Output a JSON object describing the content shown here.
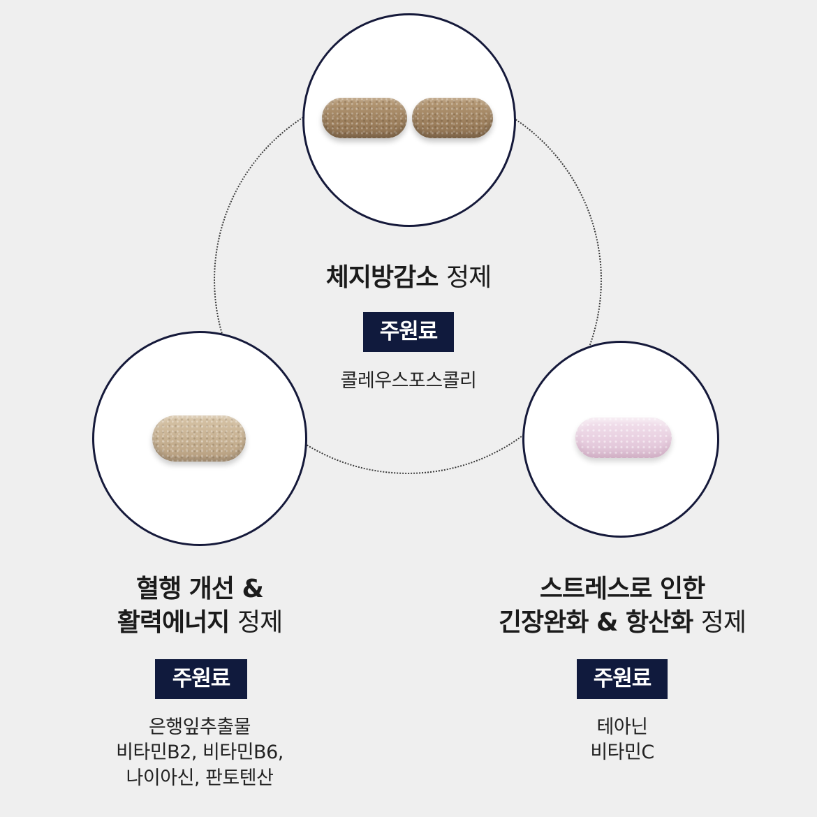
{
  "items": [
    {
      "id": "top",
      "title_bold": "체지방감소",
      "title_normal": "정제",
      "badge": "주원료",
      "ingredients": [
        "콜레우스포스콜리"
      ]
    },
    {
      "id": "left",
      "title_line1": "혈행 개선 &",
      "title_line2_bold": "활력에너지",
      "title_line2_normal": "정제",
      "badge": "주원료",
      "ingredients": [
        "은행잎추출물",
        "비타민B2, 비타민B6,",
        "나이아신, 판토텐산"
      ]
    },
    {
      "id": "right",
      "title_line1": "스트레스로 인한",
      "title_line2_bold": "긴장완화 & 항산화",
      "title_line2_normal": "정제",
      "badge": "주원료",
      "ingredients": [
        "테아닌",
        "비타민C"
      ]
    }
  ],
  "colors": {
    "background": "#efefef",
    "badge": "#101a3d",
    "circle_border": "#15193a",
    "tablet_tan": "#a78a67",
    "tablet_beige": "#cdb797",
    "tablet_pink": "#ead3e3"
  }
}
